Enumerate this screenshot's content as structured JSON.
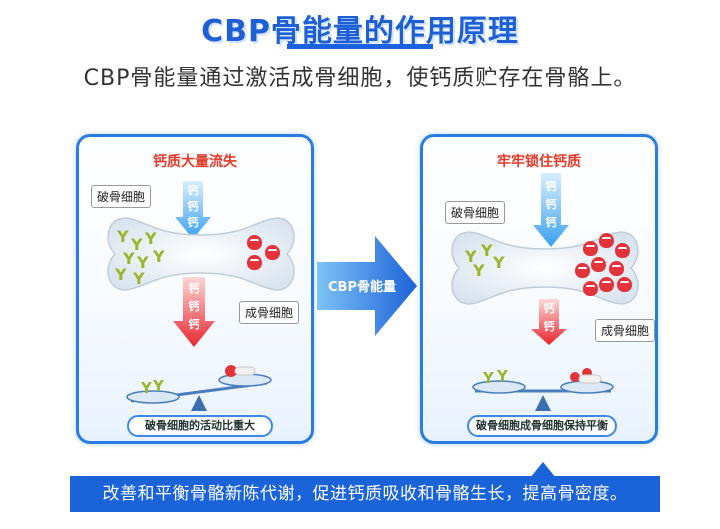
{
  "header": {
    "title": "CBP骨能量的作用原理",
    "subtitle": "CBP骨能量通过激活成骨细胞，使钙质贮存在骨骼上。"
  },
  "left_panel": {
    "title": "钙质大量流失",
    "osteoclast_label": "破骨细胞",
    "osteoblast_label": "成骨细胞",
    "arrow_top_chars": [
      "钙",
      "钙",
      "钙"
    ],
    "arrow_bottom_chars": [
      "钙",
      "钙",
      "钙"
    ],
    "caption": "破骨细胞的活动比重大"
  },
  "middle_arrow": {
    "label": "CBP骨能量"
  },
  "right_panel": {
    "title": "牢牢锁住钙质",
    "osteoclast_label": "破骨细胞",
    "osteoblast_label": "成骨细胞",
    "arrow_top_chars": [
      "钙",
      "钙",
      "钙"
    ],
    "arrow_bottom_chars": [
      "钙",
      "钙"
    ],
    "caption": "破骨细胞成骨细胞保持平衡"
  },
  "footer": {
    "text": "改善和平衡骨骼新陈代谢，促进钙质吸收和骨骼生长，提高骨密度。"
  },
  "colors": {
    "brand_blue": "#1a63d8",
    "panel_border": "#2a7de0",
    "alert_red": "#e33a2a",
    "osteoclast_green": "#9bb52a",
    "osteoblast_red": "#e3333b"
  }
}
